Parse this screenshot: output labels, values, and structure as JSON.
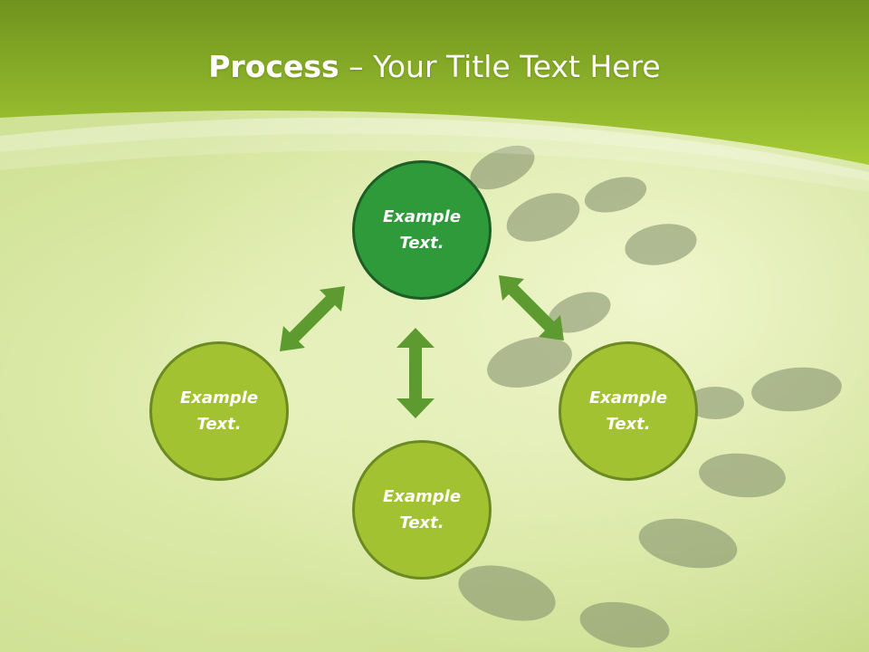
{
  "title": {
    "strong": "Process",
    "rest": " – Your Title Text Here"
  },
  "nodes": {
    "center": "Example Text.",
    "left": "Example Text.",
    "bottom": "Example Text.",
    "right": "Example Text."
  },
  "colors": {
    "header": "#8db52a",
    "center_fill": "#2f9a3a",
    "outer_fill": "#a3c232",
    "arrow": "#5d9a2f"
  }
}
